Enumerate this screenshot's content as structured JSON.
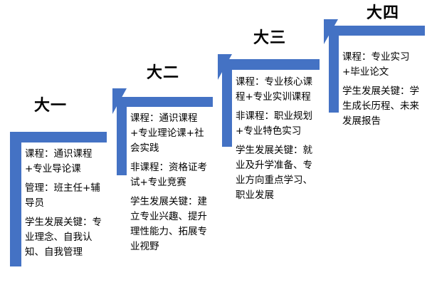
{
  "steps": [
    {
      "title": "大一",
      "items": [
        "课程：通识课程+专业导论课",
        "管理：班主任+辅导员",
        "学生发展关键：专业理念、自我认知、自我管理"
      ]
    },
    {
      "title": "大二",
      "items": [
        "课程：通识课程+专业理论课+社会实践",
        "非课程：资格证考试+专业竞赛",
        "学生发展关键：建立专业兴趣、提升理性能力、拓展专业视野"
      ]
    },
    {
      "title": "大三",
      "items": [
        "课程：专业核心课程+专业实训课程",
        "非课程：职业规划+专业特色实习",
        "学生发展关键：就业及升学准备、专业方向重点学习、职业发展"
      ]
    },
    {
      "title": "大四",
      "items": [
        "课程：专业实习+毕业论文",
        "学生发展关键：学生成长历程、未来发展报告"
      ]
    }
  ],
  "colors": {
    "bar": "#4472C4",
    "text": "#000000"
  }
}
